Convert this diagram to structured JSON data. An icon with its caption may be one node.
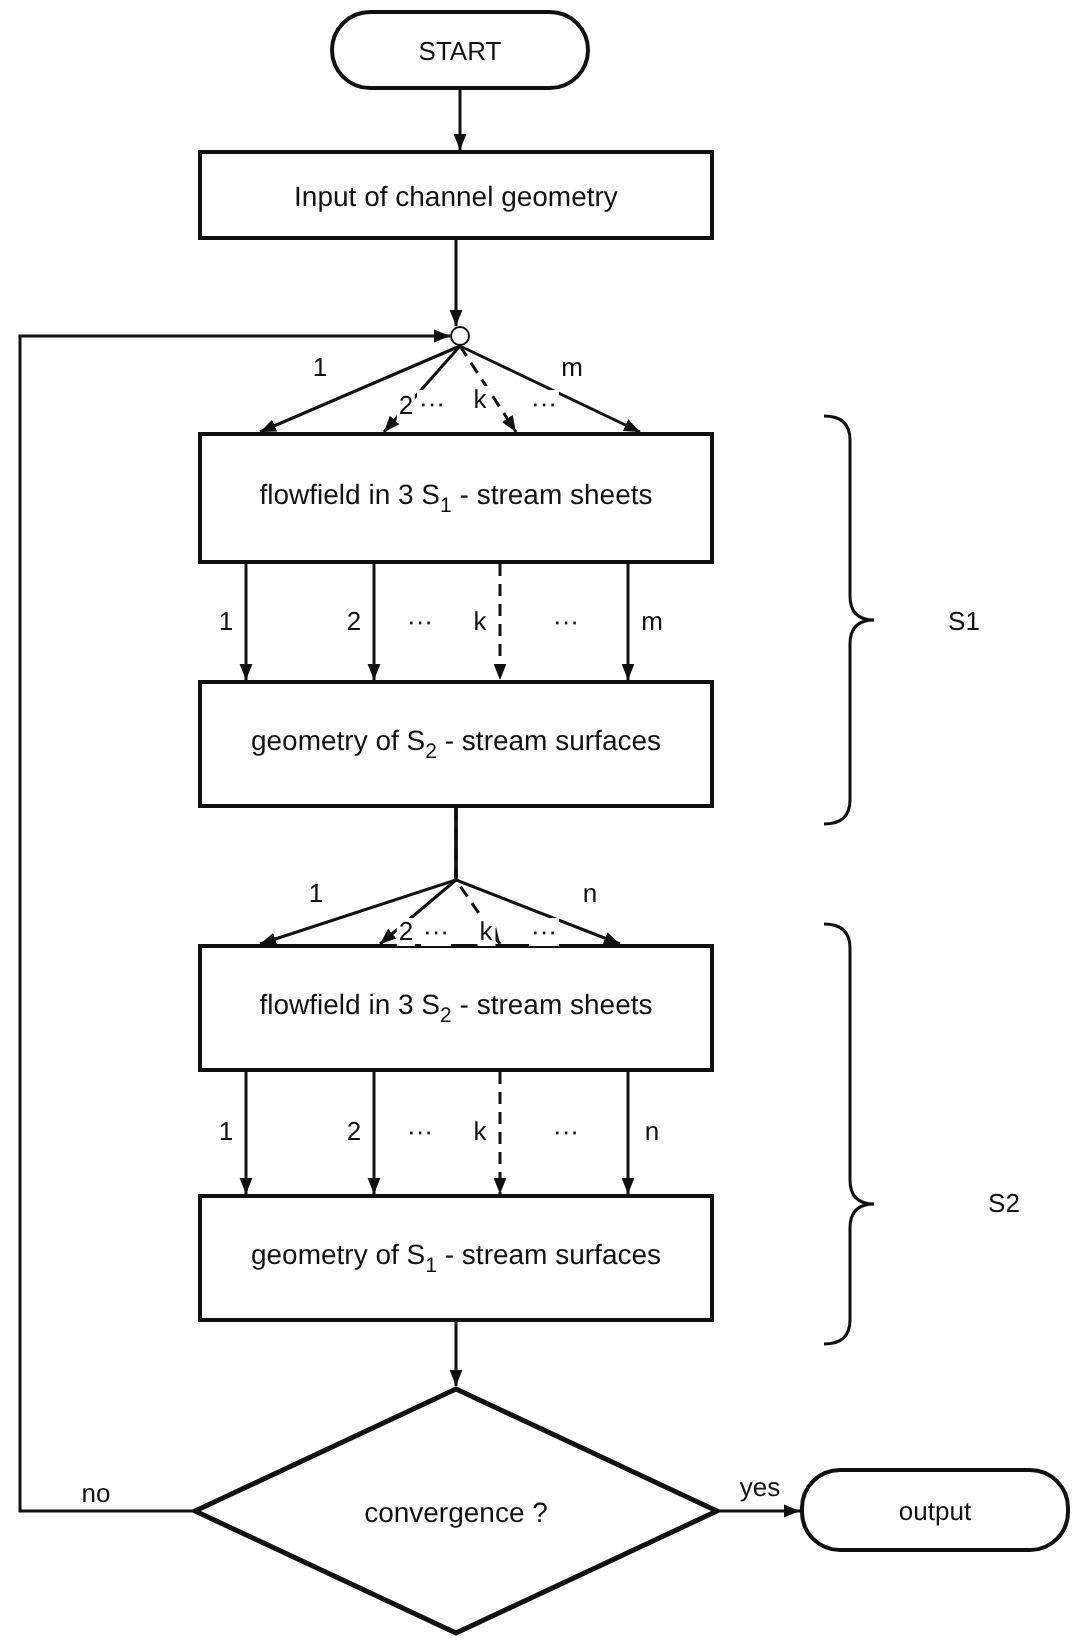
{
  "diagram": {
    "nodes": [
      {
        "text": [
          "START"
        ]
      },
      {
        "text": [
          "Input of channel geometry"
        ]
      },
      {
        "text": [],
        "shape": "circle"
      },
      {
        "text": [
          "flowfield in 3 S$_{1}$ - stream sheets"
        ]
      },
      {
        "text": [
          "geometry of S$_{2}$ - stream surfaces"
        ]
      },
      {
        "text": [
          "flowfield in 3 S$_{2}$ - stream sheets"
        ]
      },
      {
        "text": [
          "geometry of S$_{1}$ - stream surfaces"
        ]
      },
      {
        "text": [
          "convergence ?"
        ]
      },
      {
        "text": [
          "output"
        ]
      }
    ],
    "edges": [
      {
        "from": 0,
        "to": 1,
        "arrow": "to"
      },
      {
        "from": 1,
        "to": 2,
        "arrow": "to"
      },
      {
        "from": 2,
        "to": 3,
        "arrow": "to",
        "label": "1"
      },
      {
        "from": 2,
        "to": 3,
        "arrow": "to",
        "label": "2"
      },
      {
        "from": 2,
        "to": 3,
        "arrow": "to",
        "label": "k",
        "style": "dashed"
      },
      {
        "from": 2,
        "to": 3,
        "arrow": "to",
        "label": "m"
      },
      {
        "from": 3,
        "to": 4,
        "arrow": "to",
        "label": "1"
      },
      {
        "from": 3,
        "to": 4,
        "arrow": "to",
        "label": "2"
      },
      {
        "from": 3,
        "to": 4,
        "arrow": "to",
        "label": "k",
        "style": "dashed"
      },
      {
        "from": 3,
        "to": 4,
        "arrow": "to",
        "label": "m"
      },
      {
        "from": 4,
        "to": 5,
        "arrow": "to",
        "label": "1"
      },
      {
        "from": 4,
        "to": 5,
        "arrow": "to",
        "label": "2"
      },
      {
        "from": 4,
        "to": 5,
        "arrow": "to",
        "label": "k",
        "style": "dashed"
      },
      {
        "from": 4,
        "to": 5,
        "arrow": "to",
        "label": "n"
      },
      {
        "from": 5,
        "to": 6,
        "arrow": "to",
        "label": "1"
      },
      {
        "from": 5,
        "to": 6,
        "arrow": "to",
        "label": "2"
      },
      {
        "from": 5,
        "to": 6,
        "arrow": "to",
        "label": "k",
        "style": "dashed"
      },
      {
        "from": 5,
        "to": 6,
        "arrow": "to",
        "label": "n"
      },
      {
        "from": 6,
        "to": 7,
        "arrow": "to"
      },
      {
        "from": 7,
        "to": 8,
        "arrow": "to",
        "label": "yes"
      },
      {
        "from": 7,
        "to": 2,
        "arrow": "to",
        "label": "no"
      }
    ],
    "labels": [
      "···",
      "···",
      "···",
      "···",
      "S1",
      "···",
      "···",
      "···",
      "···",
      "S2"
    ]
  }
}
